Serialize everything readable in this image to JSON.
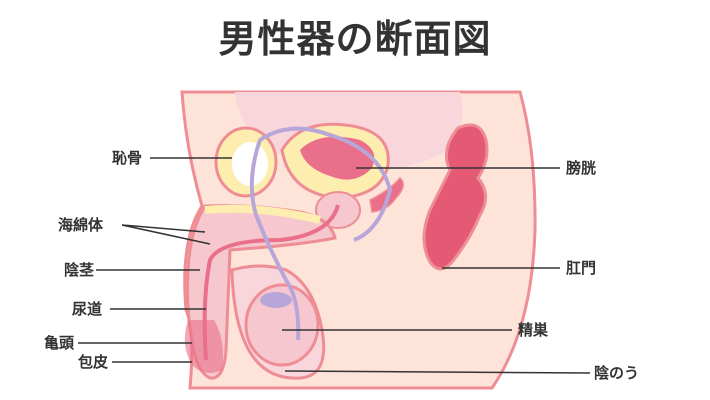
{
  "title": "男性器の断面図",
  "labels": {
    "pubic_bone": "恥骨",
    "corpus_cavernosum": "海綿体",
    "penile_shaft": "陰茎",
    "urethra": "尿道",
    "glans": "亀頭",
    "foreskin": "包皮",
    "bladder": "膀胱",
    "anus": "肛門",
    "testis": "精巣",
    "scrotum": "陰のう"
  },
  "colors": {
    "skin": "#fde3d8",
    "outline": "#ee8e94",
    "bladder": "#f6c7cf",
    "bladder_fill": "#ea6f8a",
    "bone": "#fdeeb0",
    "rectum": "#e45a75",
    "vas": "#b8a6d8",
    "line": "#333333"
  }
}
